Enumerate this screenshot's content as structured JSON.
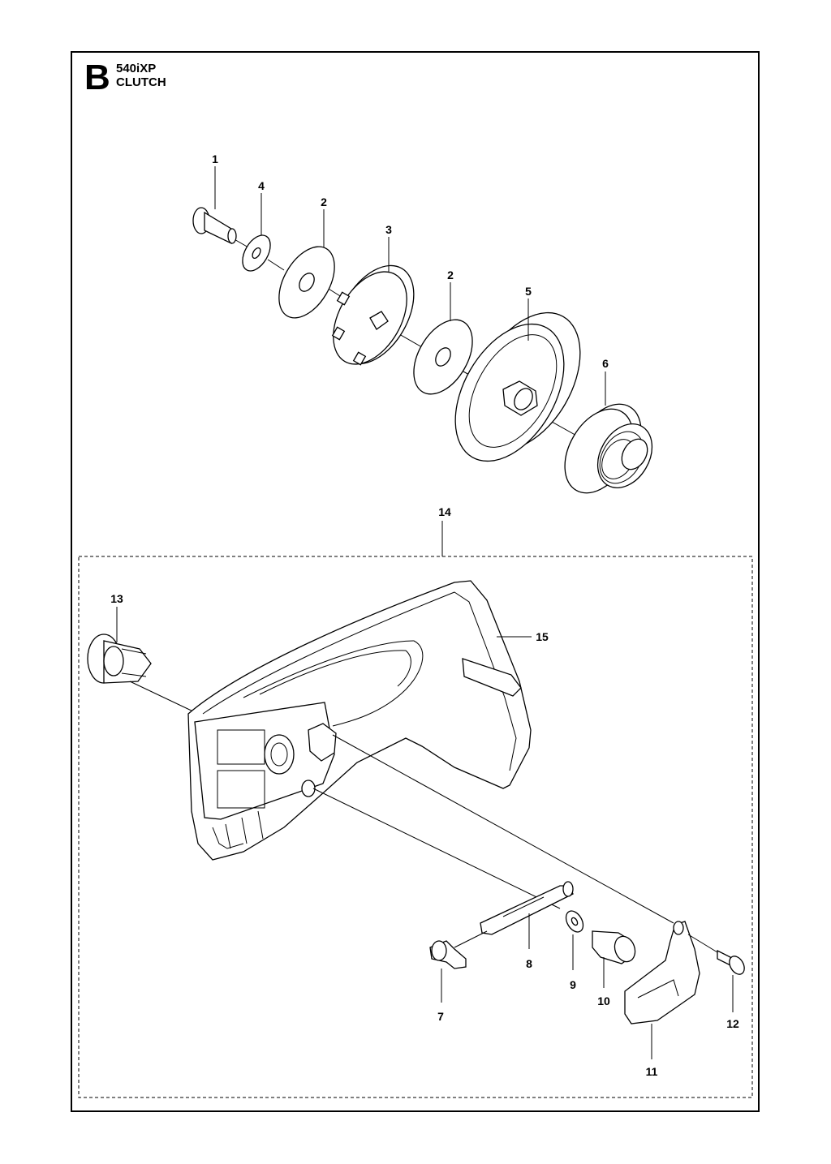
{
  "header": {
    "section_letter": "B",
    "model": "540iXP",
    "title": "CLUTCH"
  },
  "callouts": [
    {
      "id": "c1",
      "label": "1"
    },
    {
      "id": "c4",
      "label": "4"
    },
    {
      "id": "c2a",
      "label": "2"
    },
    {
      "id": "c3",
      "label": "3"
    },
    {
      "id": "c2b",
      "label": "2"
    },
    {
      "id": "c5",
      "label": "5"
    },
    {
      "id": "c6",
      "label": "6"
    },
    {
      "id": "c14",
      "label": "14"
    },
    {
      "id": "c13",
      "label": "13"
    },
    {
      "id": "c15",
      "label": "15"
    },
    {
      "id": "c8",
      "label": "8"
    },
    {
      "id": "c9",
      "label": "9"
    },
    {
      "id": "c10",
      "label": "10"
    },
    {
      "id": "c7",
      "label": "7"
    },
    {
      "id": "c12",
      "label": "12"
    },
    {
      "id": "c11",
      "label": "11"
    }
  ]
}
